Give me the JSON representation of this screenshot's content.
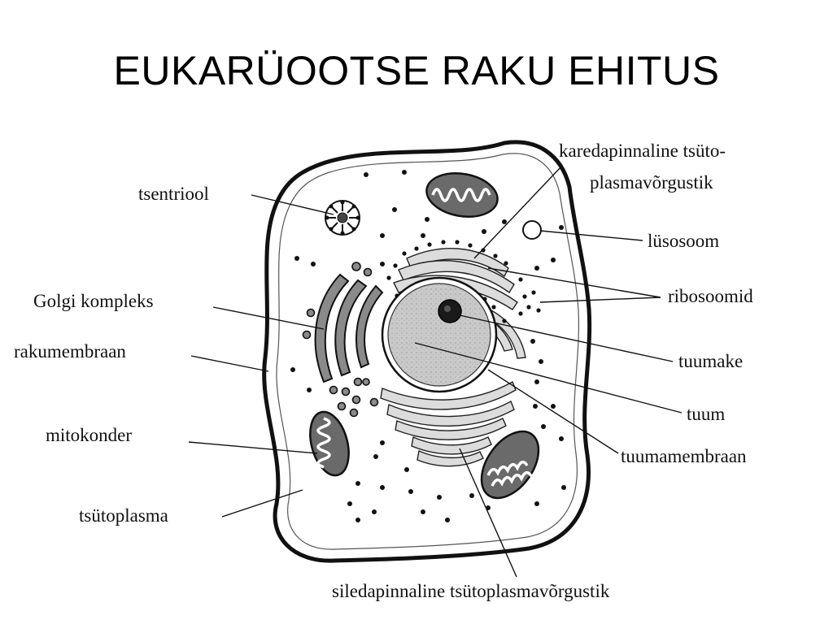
{
  "title": "EUKARÜOOTSE RAKU EHITUS",
  "labels": {
    "karedapinnaline_line1": "karedapinnaline tsüto-",
    "karedapinnaline_line2": "plasmavõrgustik",
    "tsentriool": "tsentriool",
    "lusosoom": "lüsosoom",
    "golgi": "Golgi kompleks",
    "ribosoomid": "ribosoomid",
    "rakumembraan": "rakumembraan",
    "tuumake": "tuumake",
    "tuum": "tuum",
    "mitokonder": "mitokonder",
    "tuumamembraan": "tuumamembraan",
    "tsutoplasma": "tsütoplasma",
    "siledapinnaline": "siledapinnaline tsütoplasmavõrgustik"
  }
}
